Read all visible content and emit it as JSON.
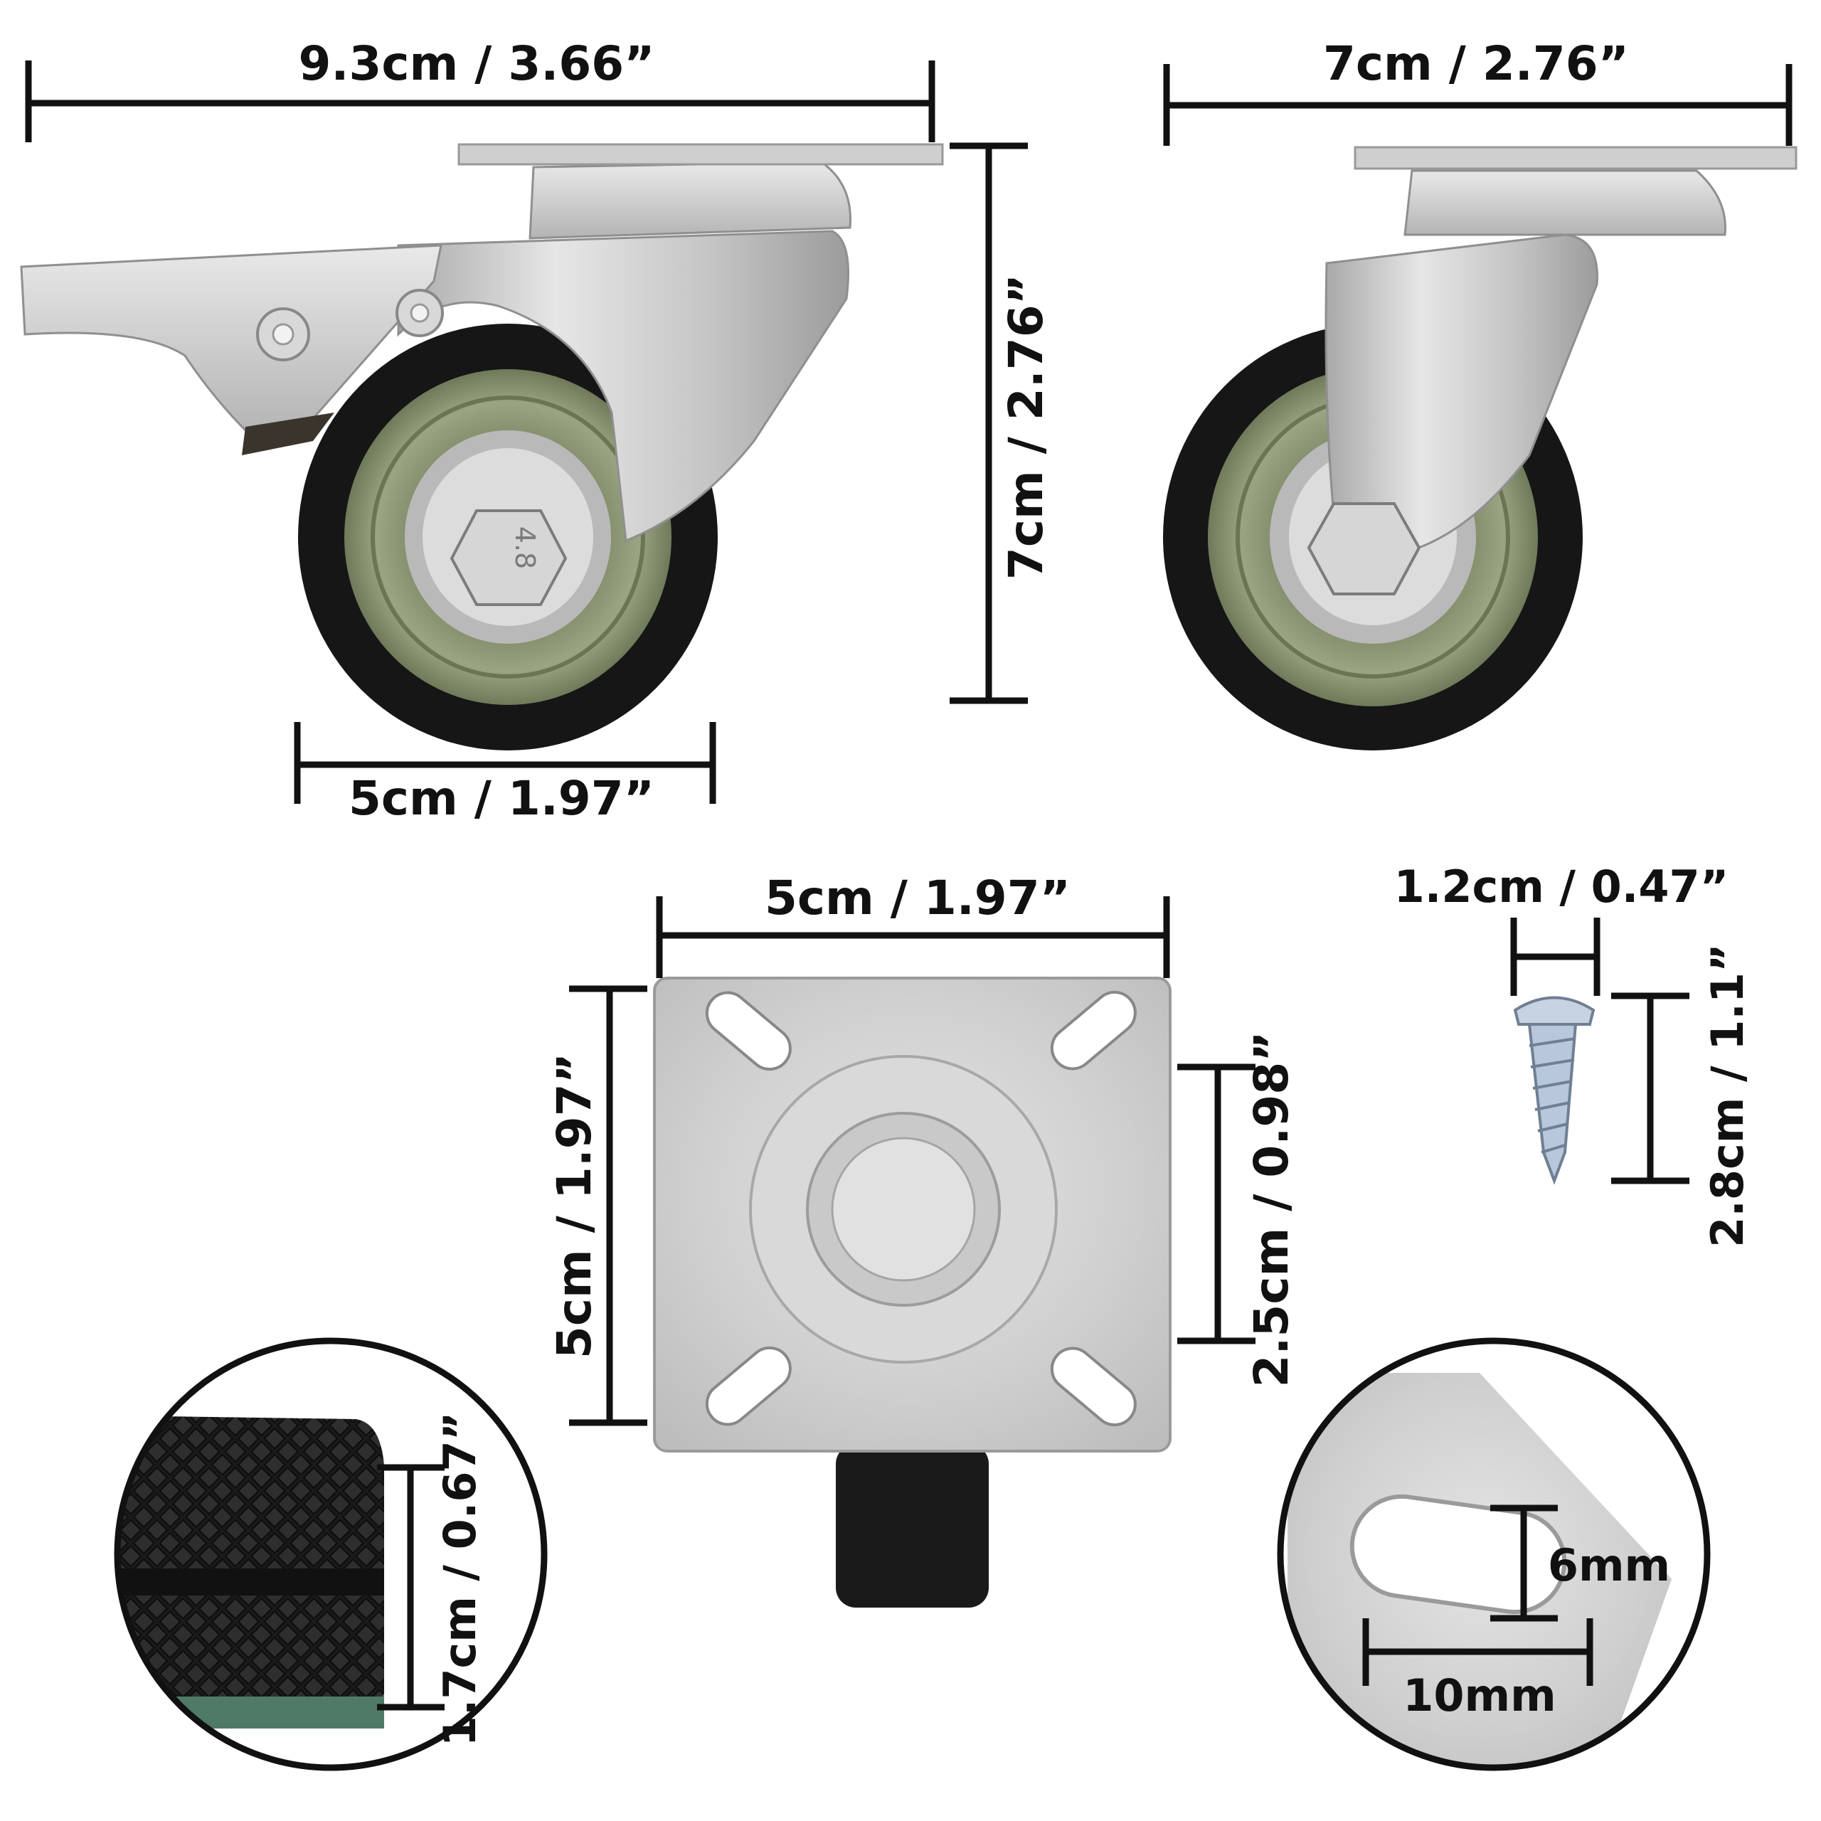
{
  "dimensions": {
    "brake_caster_width": "9.3cm / 3.66”",
    "swivel_caster_width": "7cm / 2.76”",
    "caster_height": "7cm  / 2.76”",
    "wheel_diameter": "5cm / 1.97”",
    "plate_width": "5cm / 1.97”",
    "plate_height": "5cm / 1.97”",
    "hole_spacing": "2.5cm  / 0.98”",
    "screw_head": "1.2cm / 0.47”",
    "screw_length": "2.8cm / 1.1”",
    "wheel_thickness": "1.7cm  / 0.67”",
    "slot_height": "6mm",
    "slot_width": "10mm"
  },
  "embossed": {
    "nut_marking": "4.8"
  },
  "colors": {
    "ink": "#111111",
    "metal": "#c9c9c9",
    "tire": "#1c1c1c",
    "hub": "#8a9472"
  }
}
